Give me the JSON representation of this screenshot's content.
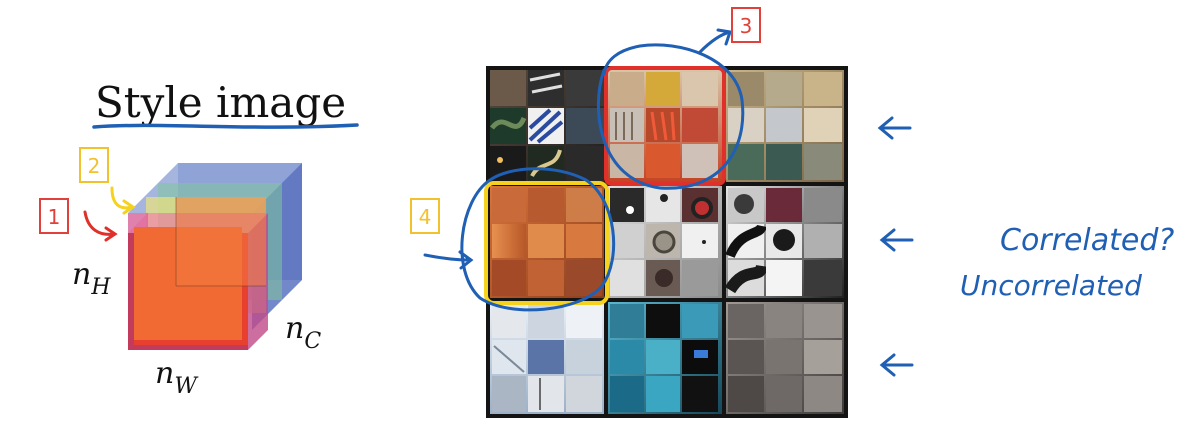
{
  "title": "Style image",
  "callouts": {
    "one": "1",
    "two": "2",
    "three": "3",
    "four": "4"
  },
  "dimension_labels": {
    "height": "n",
    "height_sub": "H",
    "width": "n",
    "width_sub": "W",
    "channels": "n",
    "channels_sub": "C"
  },
  "handwritten": {
    "line1": "Correlated?",
    "line2": "Uncorrelated"
  },
  "colors": {
    "callout_red": "#e0413a",
    "callout_yellow": "#f2c12e",
    "pen_blue": "#1f5fb4",
    "pen_red": "#e0302a",
    "pen_yellow": "#f5d21e"
  },
  "icons": {
    "arrows": [
      "arrow-left-icon",
      "arrow-left-icon",
      "arrow-left-icon"
    ]
  }
}
